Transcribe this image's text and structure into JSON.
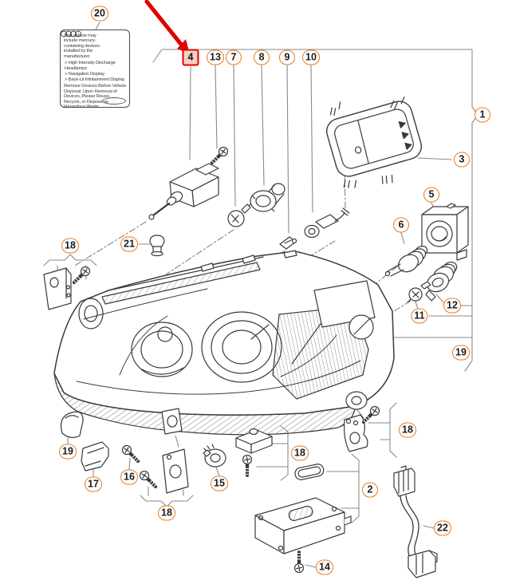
{
  "selection": {
    "highlighted_callout": "4"
  },
  "colors": {
    "background": "#ffffff",
    "callout_border": "#e87c1e",
    "highlight_red": "#e10000",
    "drawing_line": "#3a3a3a",
    "leader_line": "#8a8a8a"
  },
  "warning_label": {
    "intro": "This vehicle may include mercury-containing devices installed by the manufacturer",
    "bullets": [
      "> High Intensity Discharge Headlamps",
      "> Navigation Display",
      "> Back-Lit Infotainment Display"
    ],
    "disposal": "Remove Devices Before Vehicle Disposal. Upon Removal of Devices, Please Reuse, Recycle, or Dispose as Hazardous Waste."
  },
  "callouts": [
    {
      "num": "20"
    },
    {
      "num": "4"
    },
    {
      "num": "13"
    },
    {
      "num": "7"
    },
    {
      "num": "8"
    },
    {
      "num": "9"
    },
    {
      "num": "10"
    },
    {
      "num": "1"
    },
    {
      "num": "3"
    },
    {
      "num": "5"
    },
    {
      "num": "6"
    },
    {
      "num": "12"
    },
    {
      "num": "11"
    },
    {
      "num": "19"
    },
    {
      "num": "18"
    },
    {
      "num": "21"
    },
    {
      "num": "19"
    },
    {
      "num": "17"
    },
    {
      "num": "16"
    },
    {
      "num": "18"
    },
    {
      "num": "15"
    },
    {
      "num": "18"
    },
    {
      "num": "2"
    },
    {
      "num": "14"
    },
    {
      "num": "22"
    },
    {
      "num": "18"
    }
  ]
}
